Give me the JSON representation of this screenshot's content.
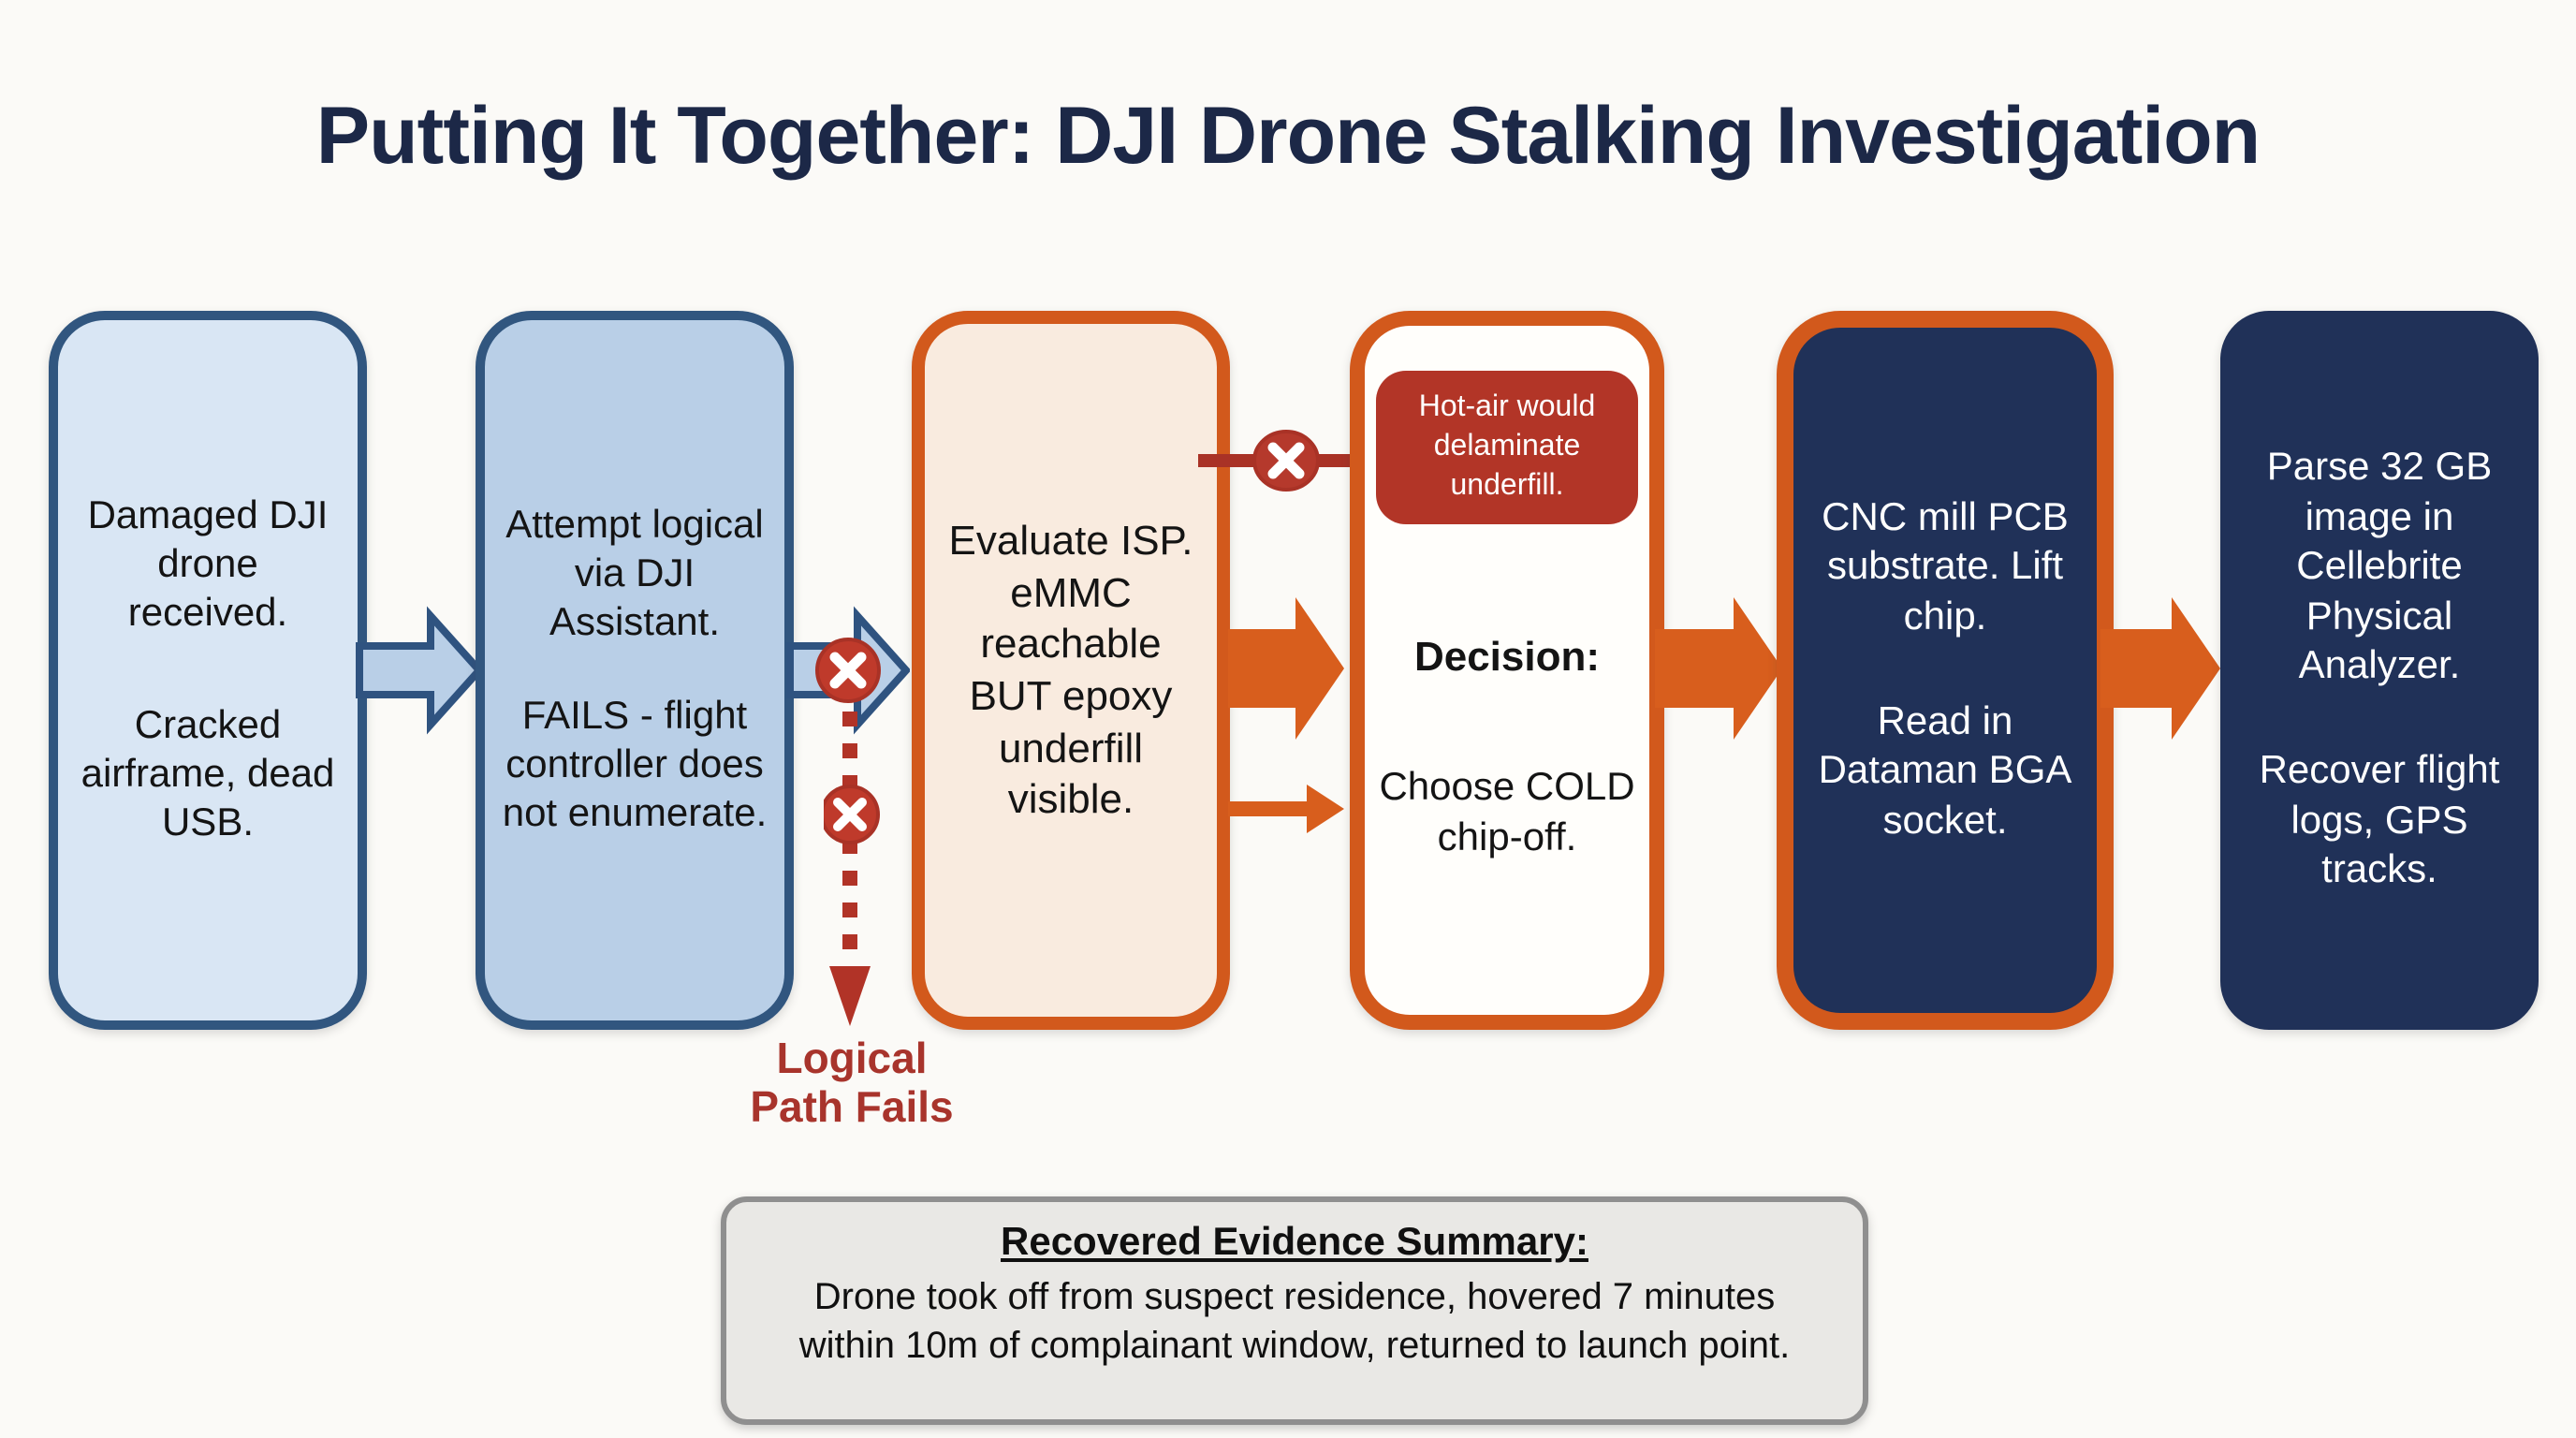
{
  "title": "Putting It Together: DJI Drone Stalking Investigation",
  "flow": {
    "box1": {
      "para1": "Damaged DJI drone received.",
      "para2": "Cracked airframe, dead USB."
    },
    "box2": {
      "para1": "Attempt logical via DJI Assistant.",
      "para2": "FAILS - flight controller does not enumerate."
    },
    "box3": {
      "para1": "Evaluate ISP. eMMC reachable BUT epoxy underfill visible."
    },
    "box4": {
      "warning": "Hot-air would delaminate underfill.",
      "decision_label": "Decision:",
      "decision_body": "Choose COLD chip-off."
    },
    "box5": {
      "para1": "CNC mill PCB substrate. Lift chip.",
      "para2": "Read in Dataman BGA socket."
    },
    "box6": {
      "para1": "Parse 32 GB image in Cellebrite Physical Analyzer.",
      "para2": "Recover flight logs, GPS tracks."
    }
  },
  "labels": {
    "logical_path_fails": "Logical Path Fails"
  },
  "summary": {
    "title": "Recovered Evidence Summary:",
    "body": "Drone took off from suspect residence, hovered 7 minutes within 10m of complainant window, returned to launch point."
  },
  "icons": {
    "fail_x": "✕",
    "flow_arrow": "→"
  },
  "colors": {
    "background": "#fbfaf7",
    "title_navy": "#1c2847",
    "steel_blue_border": "#31567f",
    "light_blue_fill": "#d9e6f4",
    "medium_blue_fill": "#b9cfe7",
    "cream_fill": "#f9ebdf",
    "white_fill": "#fffefb",
    "navy_fill": "#203158",
    "orange": "#d2591c",
    "warning_red": "#b23527",
    "fail_red": "#a93226",
    "label_red": "#a8342c",
    "summary_gray": "#e9e8e5"
  }
}
